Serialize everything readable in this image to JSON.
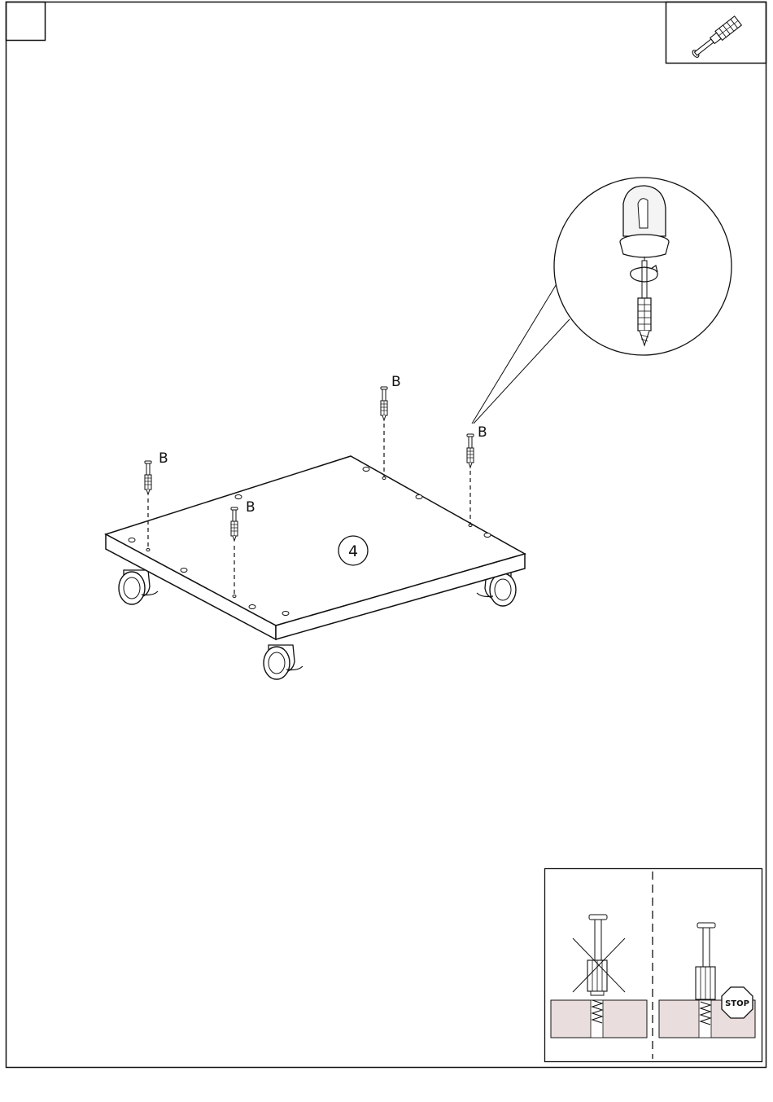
{
  "step": {
    "number": "4"
  },
  "part_label": "B",
  "parts": [
    {
      "label": "B"
    },
    {
      "label": "B"
    },
    {
      "label": "B"
    },
    {
      "label": "B"
    }
  ],
  "stop_sign": {
    "text": "STOP"
  },
  "colors": {
    "line": "#111111",
    "board_fill": "#ffffff",
    "wood_fill": "#eadddd"
  },
  "icons": {
    "top_right": "dowel-screw-icon",
    "detail": "screw-turn-detail-icon",
    "bottom_right": "correct-incorrect-fastening-icon"
  }
}
